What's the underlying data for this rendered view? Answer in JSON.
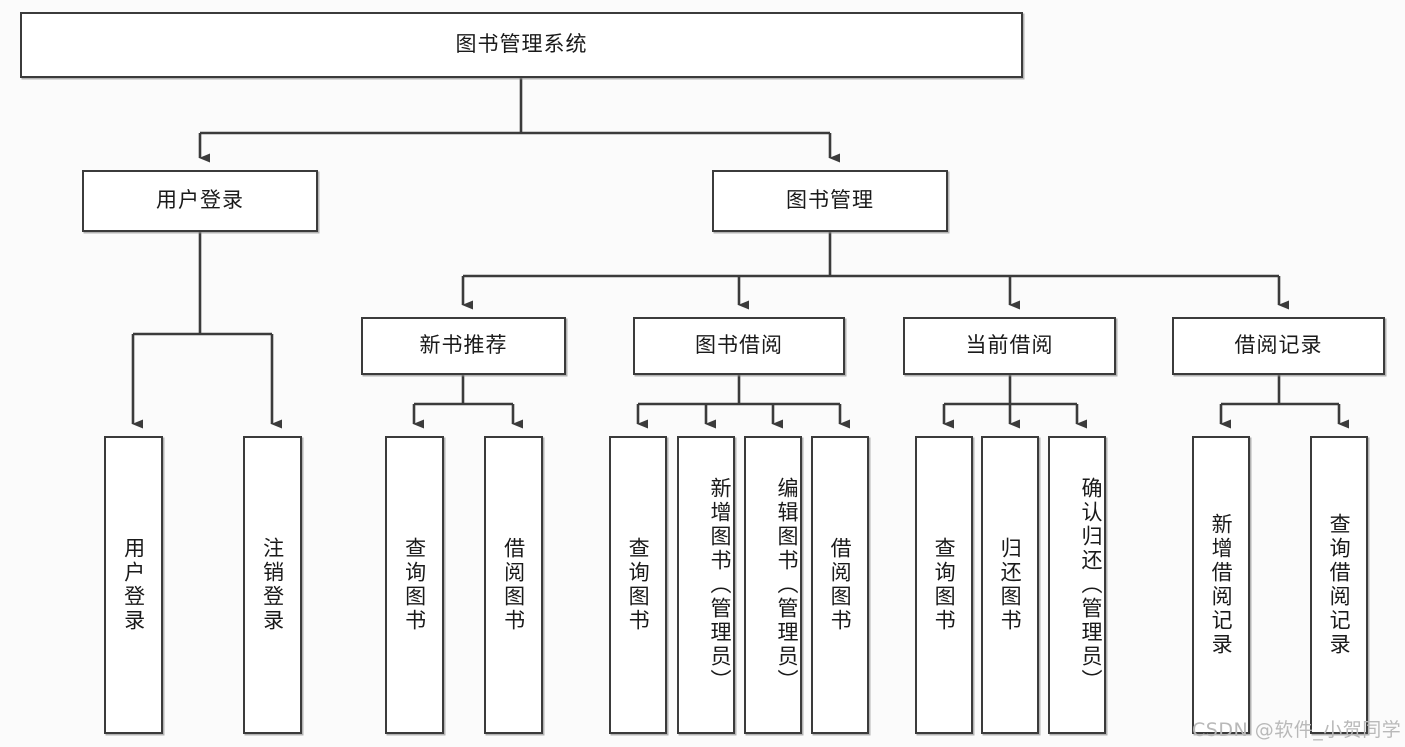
{
  "diagram": {
    "title": "图书管理系统",
    "type": "tree",
    "root": {
      "label": "图书管理系统"
    },
    "level2": [
      {
        "label": "用户登录"
      },
      {
        "label": "图书管理"
      }
    ],
    "level3": [
      {
        "label": "新书推荐"
      },
      {
        "label": "图书借阅"
      },
      {
        "label": "当前借阅"
      },
      {
        "label": "借阅记录"
      }
    ],
    "leaves": {
      "user_login": [
        {
          "label": "用户登录"
        },
        {
          "label": "注销登录"
        }
      ],
      "new_book_recommend": [
        {
          "label": "查询图书"
        },
        {
          "label": "借阅图书"
        }
      ],
      "book_borrow": [
        {
          "label": "查询图书"
        },
        {
          "label": "新增图书（管理员）"
        },
        {
          "label": "编辑图书（管理员）"
        },
        {
          "label": "借阅图书"
        }
      ],
      "current_borrow": [
        {
          "label": "查询图书"
        },
        {
          "label": "归还图书"
        },
        {
          "label": "确认归还（管理员）"
        }
      ],
      "borrow_record": [
        {
          "label": "新增借阅记录"
        },
        {
          "label": "查询借阅记录"
        }
      ]
    }
  },
  "watermark": {
    "text": "CSDN @软件_小贺同学"
  },
  "colors": {
    "stroke": "#3b3b3b",
    "box_fill": "#ffffff",
    "text": "#1a1a1a",
    "watermark": "#b9b9b9",
    "background": "#fbfbfb"
  }
}
